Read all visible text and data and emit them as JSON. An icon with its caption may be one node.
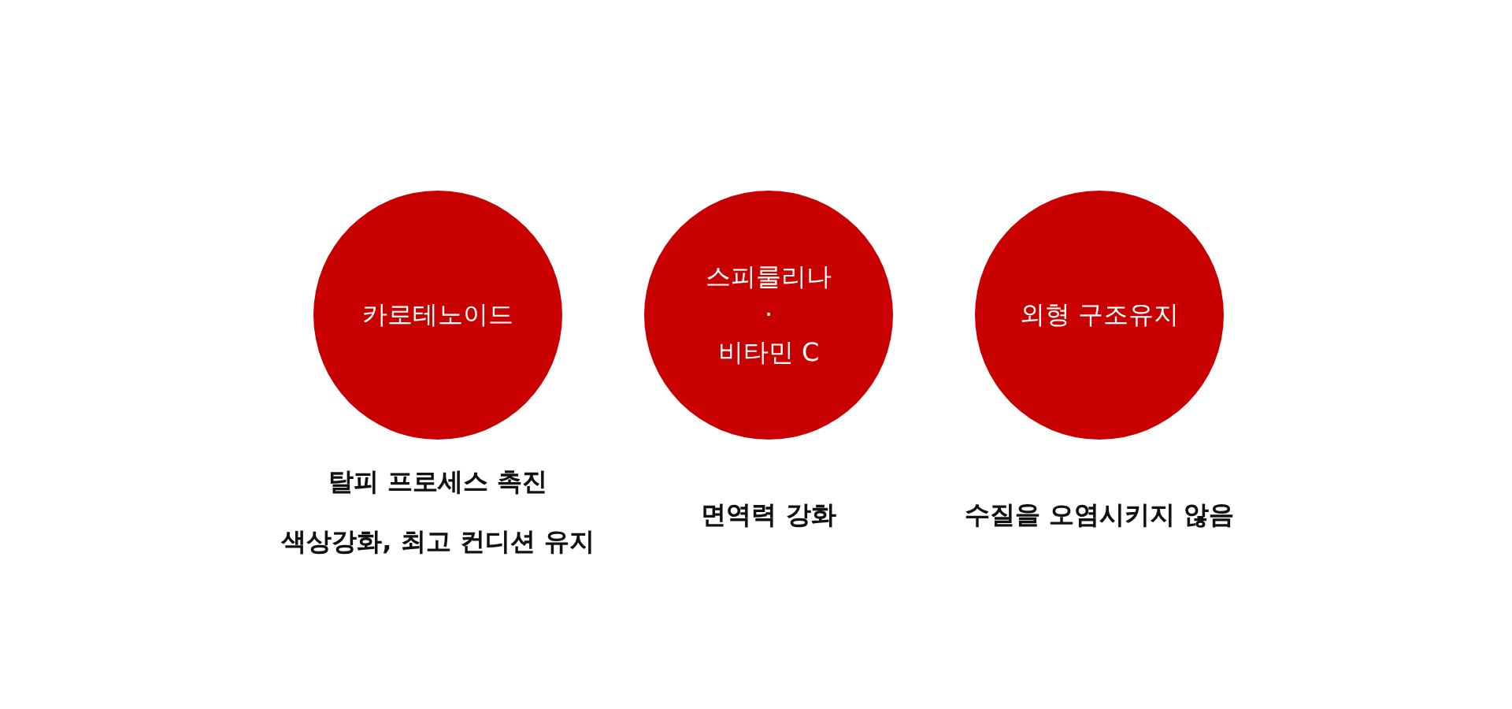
{
  "diagram": {
    "nodes": [
      {
        "text": [
          "카로테노이드"
        ],
        "beside": [
          "탈피 프로세스 촉진",
          "색상강화, 최고 컨디션 유지"
        ]
      },
      {
        "text": [
          "스피룰리나",
          "·",
          "비타민 C"
        ],
        "beside": [
          "면역력 강화"
        ]
      },
      {
        "text": [
          "외형 구조유지"
        ],
        "beside": [
          "수질을 오염시키지 않음"
        ]
      }
    ]
  }
}
